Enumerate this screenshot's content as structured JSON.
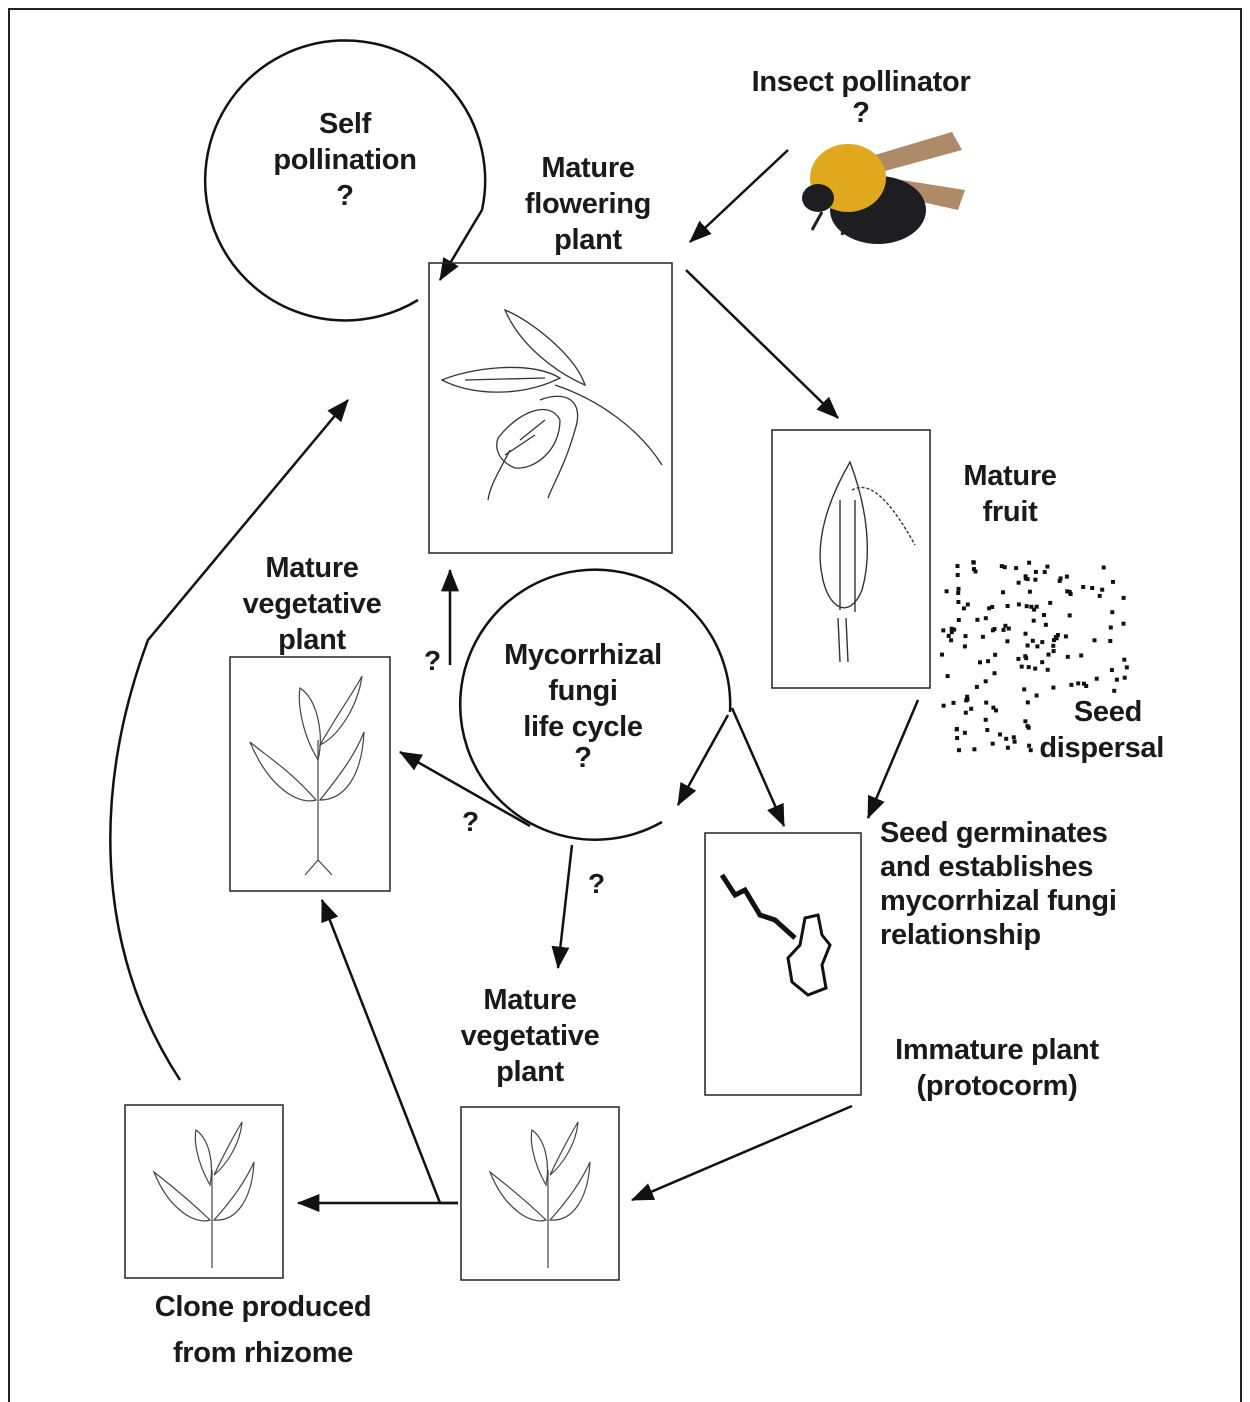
{
  "labels": {
    "self_pollination": [
      "Self",
      "pollination",
      "?"
    ],
    "insect_pollinator": [
      "Insect pollinator",
      "?"
    ],
    "mature_flowering_plant": [
      "Mature",
      "flowering",
      "plant"
    ],
    "mature_fruit": [
      "Mature",
      "fruit"
    ],
    "seed_dispersal": [
      "Seed",
      "dispersal"
    ],
    "mycorrhizal_cycle": [
      "Mycorrhizal",
      "fungi",
      "life cycle",
      "?"
    ],
    "mature_vegetative_plant_left": [
      "Mature",
      "vegetative",
      "plant"
    ],
    "mature_vegetative_plant_bottom": [
      "Mature",
      "vegetative",
      "plant"
    ],
    "seed_germinates": [
      "Seed germinates",
      "and establishes",
      "mycorrhizal fungi",
      "relationship"
    ],
    "immature_plant": [
      "Immature plant",
      "(protocorm)"
    ],
    "clone": [
      "Clone produced",
      "from rhizome"
    ]
  },
  "question_marks": [
    "?",
    "?",
    "?"
  ],
  "colors": {
    "line": "#1a1a1a",
    "bee_yellow": "#e0a81c",
    "bee_black": "#1e1e22",
    "wing": "#8a5a2a"
  },
  "icons": [
    "bumblebee-photo",
    "lady-slipper-flower-drawing",
    "seed-capsule-drawing",
    "protocorm-drawing",
    "vegetative-plant-drawing"
  ]
}
